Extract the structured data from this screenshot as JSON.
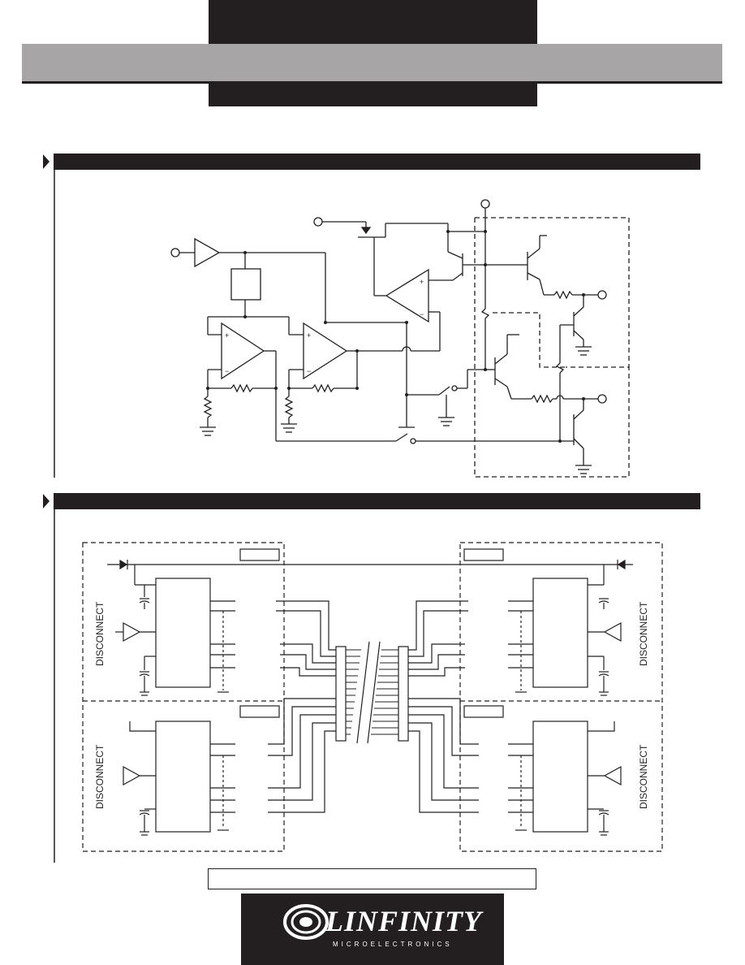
{
  "header": {
    "top_bar": "",
    "band": "",
    "bottom_bar": ""
  },
  "sections": [
    {
      "title": ""
    },
    {
      "title": ""
    }
  ],
  "schematic_b": {
    "disconnect_label": "DISCONNECT"
  },
  "footer": {
    "caption": "",
    "logo_text": "LINFINITY",
    "logo_subtext": "MICROELECTRONICS"
  },
  "colors": {
    "header_black": "#231f20",
    "header_band": "#a7a5a5",
    "line": "#231f20",
    "logo_bg": "#231f20"
  }
}
